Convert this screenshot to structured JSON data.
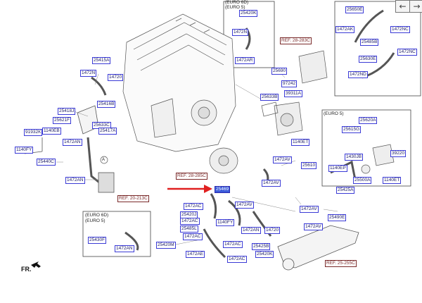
{
  "nav": {
    "prev": "←",
    "next": "→"
  },
  "direction_label": "FR.",
  "circle_label": "A",
  "colors": {
    "label_border": "#3b3bd6",
    "ref_border": "#7a2a2a",
    "highlight": "#3b5bd9",
    "arrow": "#e02020"
  },
  "notes": {
    "top_euro6d": "(EURO 6D)",
    "top_euro5": "(EURO 5)",
    "right_euro5": "(EURO 5)",
    "bottom_euro6d": "(EURO 6D)",
    "bottom_euro5": "(EURO 5)"
  },
  "refs": {
    "r20213": "REF. 20-213C",
    "r28283": "REF. 28-283C",
    "r28285": "REF. 28-285C",
    "r25255": "REF. 25-255C"
  },
  "labels": {
    "top_25420k": "25420K",
    "top_1472nn": "1472N",
    "top_1472ar": "1472AR",
    "tr_25650e": "25650E",
    "tr_1472ak": "1472AK",
    "tr_1472nc1": "1472NC",
    "tr_25485b": "25485B",
    "tr_1472nc2": "1472NC",
    "tr_25630e": "25630E",
    "tr_1472nd": "1472ND",
    "m_25690": "25690",
    "m_97242": "97242",
    "m_25633b": "25633B",
    "m_39311a": "39311A",
    "m_1140et": "1140ET",
    "l_25415a": "25415A",
    "l_1472nn": "1472N",
    "l_14720": "14720",
    "l_25416b": "25416B",
    "l_25418j": "25418J",
    "l_25621f": "25621F",
    "l_25633c": "25633C",
    "l_91932k": "91932K",
    "l_1140eb": "1140EB",
    "l_25417a": "25417A",
    "l_1140fy": "1140FY",
    "l_1472an1": "1472AN",
    "l_25440c": "25440C",
    "l_1472an2": "1472AN",
    "r_25620a": "25620A",
    "r_25615g": "25615G",
    "r_1430jb": "1430JB",
    "r_39220": "39220",
    "r_1140ep": "1140EP",
    "r_25500a": "25500A",
    "r_25425a": "25425A",
    "r_1140et": "1140ET",
    "c_1472av1": "1472AV",
    "c_25610": "25610",
    "c_1472av2": "1472AV",
    "c_25469": "25469",
    "b_1472ac1": "1472AC",
    "b_25420j": "25420J",
    "b_1472ac2": "1472AC",
    "b_25485l": "25485L",
    "b_1472ac3": "1472AC",
    "b_25420m": "25420M",
    "b_1472ae": "1472AE",
    "b_1472av": "1472AV",
    "b_1140fy": "1140FY",
    "b_1472an": "1472AN",
    "b_14720": "14720",
    "b_1472ac4": "1472AC",
    "b_25425b": "25425B",
    "b_25420k": "25420K",
    "b_1472ac5": "1472AC",
    "br_1472av": "1472AV",
    "br_25490e": "25490E",
    "br_1472av2": "1472AV",
    "bl_25430f": "25430F",
    "bl_1472an": "1472AN"
  }
}
